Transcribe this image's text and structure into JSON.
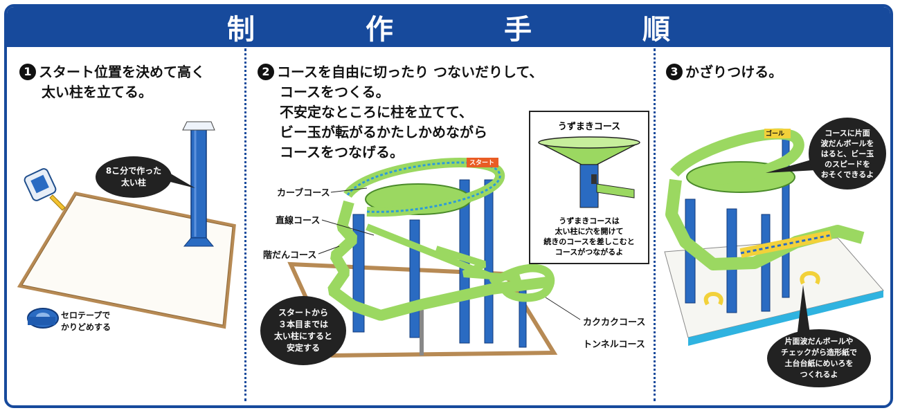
{
  "header": {
    "title": "制　作　手　順"
  },
  "step1": {
    "number": "1",
    "line1": "スタート位置を決めて高く",
    "line2": "太い柱を立てる。",
    "bubble_line1": "8こ分で作った",
    "bubble_line2": "太い柱",
    "tape_line1": "セロテープで",
    "tape_line2": "かりどめする"
  },
  "step2": {
    "number": "2",
    "line1": "コースを自由に切ったり つないだりして、",
    "line2": "コースをつくる。",
    "line3": "不安定なところに柱を立てて、",
    "line4": "ビー玉が転がるかたしかめながら",
    "line5": "コースをつなげる。",
    "label_curve": "カーブコース",
    "label_straight": "直線コース",
    "label_stairs": "階だんコース",
    "label_zigzag": "カクカクコース",
    "label_tunnel": "トンネルコース",
    "start_sign": "スタート",
    "bubble_line1": "スタートから",
    "bubble_line2": "３本目までは",
    "bubble_line3": "太い柱にすると",
    "bubble_line4": "安定する",
    "inset_title": "うずまきコース",
    "inset_line1": "うずまきコースは",
    "inset_line2": "太い柱に穴を開けて",
    "inset_line3": "続きのコースを差しこむと",
    "inset_line4": "コースがつながるよ"
  },
  "step3": {
    "number": "3",
    "line1": "かざりつける。",
    "bubble_top_line1": "コースに片面",
    "bubble_top_line2": "波だんボールを",
    "bubble_top_line3": "はると、ビー玉",
    "bubble_top_line4": "のスピードを",
    "bubble_top_line5": "おそくできるよ",
    "bubble_bottom_line1": "片面波だんボールや",
    "bubble_bottom_line2": "チェックがら造形紙で",
    "bubble_bottom_line3": "土台台紙にめいろを",
    "bubble_bottom_line4": "つくれるよ",
    "goal_sign": "ゴール"
  },
  "colors": {
    "brand_blue": "#174a9c",
    "course_green": "#9bd861",
    "pillar_blue": "#2a6bc2",
    "base_brown": "#b78a54",
    "bubble_black": "#222222"
  }
}
